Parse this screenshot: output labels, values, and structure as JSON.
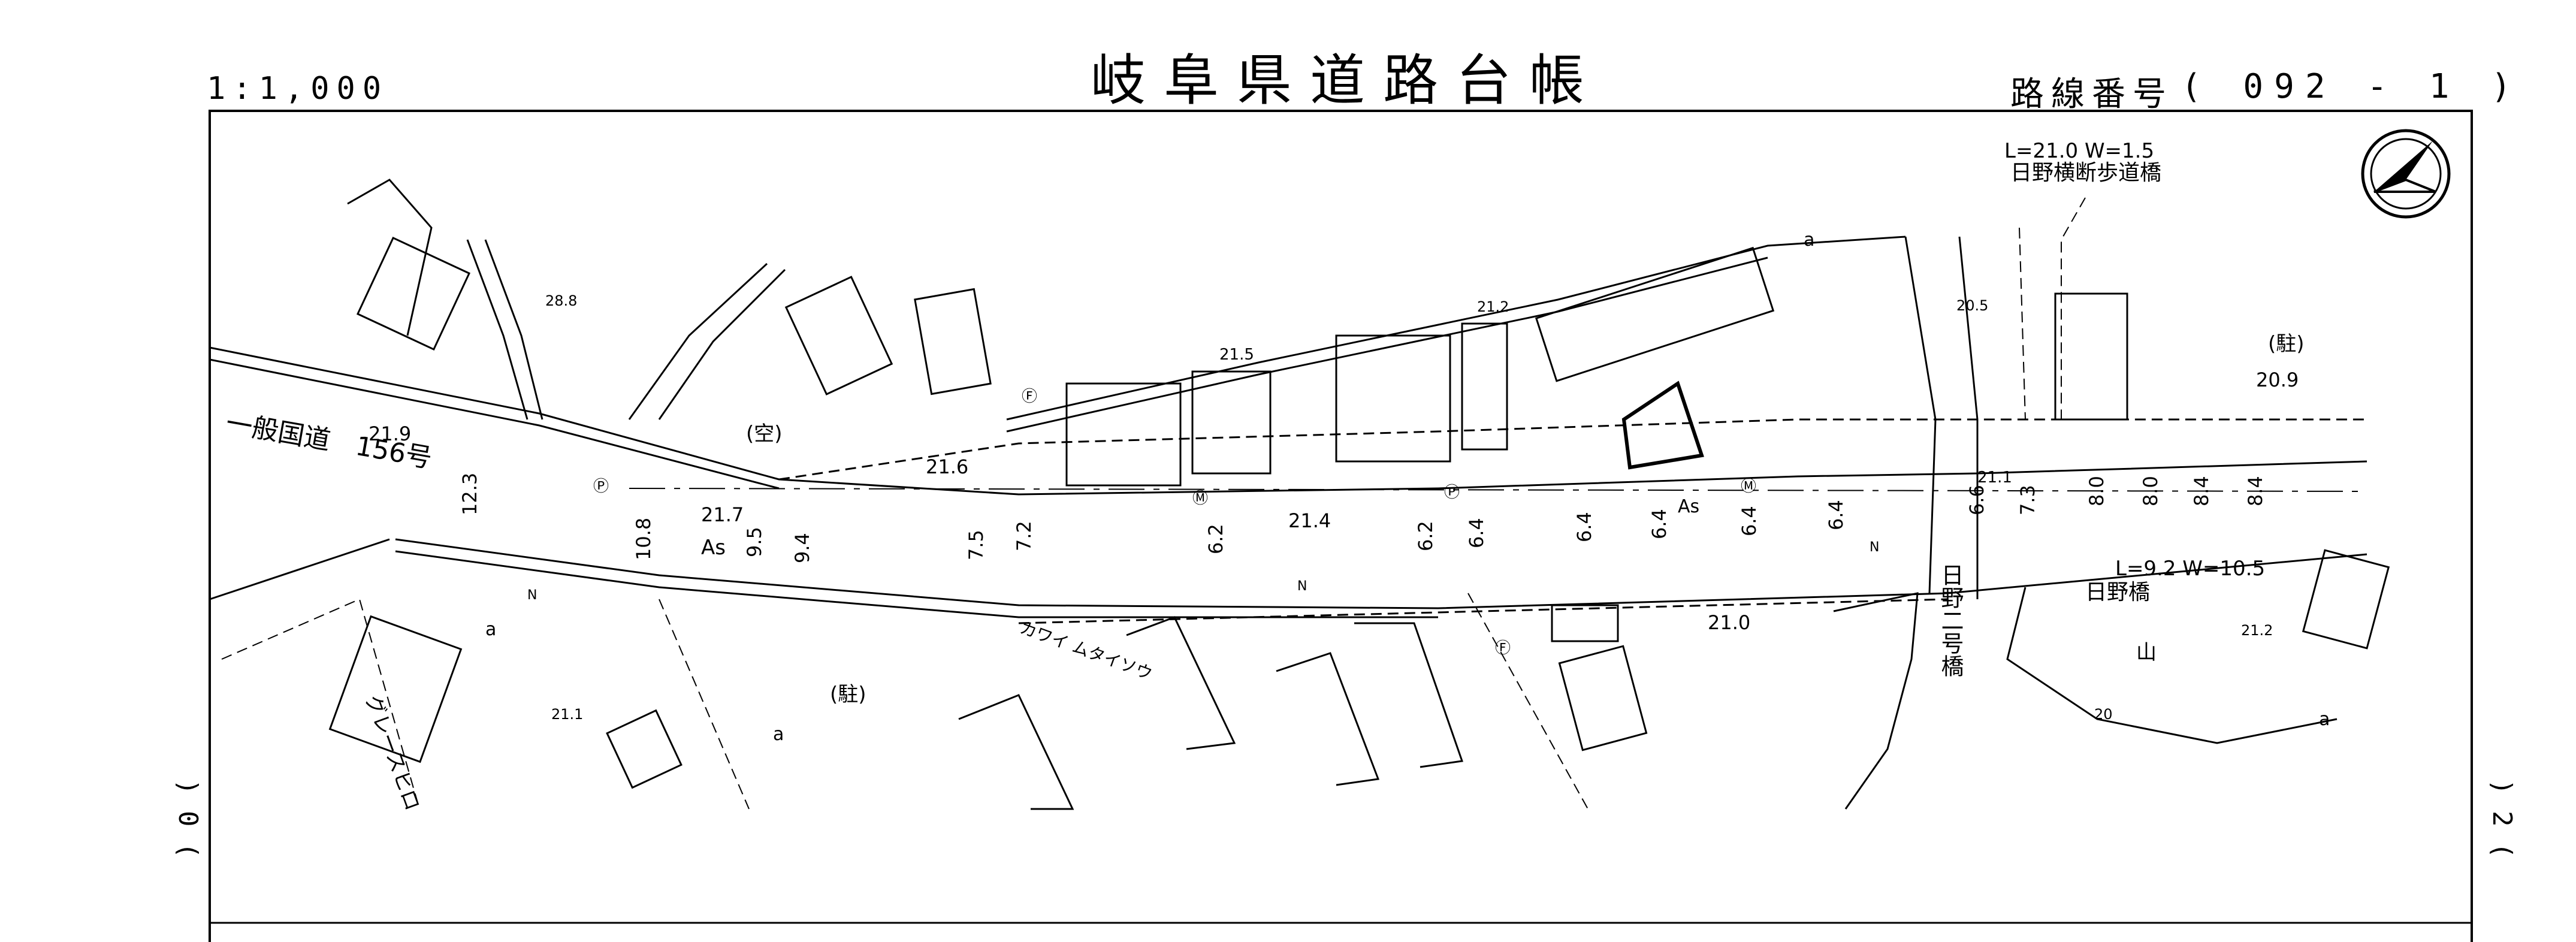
{
  "header": {
    "title": "岐阜県道路台帳",
    "scale": "1:1,000",
    "route_label": "路線番号",
    "route_number": "( 092 -  1 )"
  },
  "margins": {
    "left_sheet": ") 0 (",
    "right_sheet": ") 2 ("
  },
  "map": {
    "road_name": "一般国道　156号",
    "bridge_top_dims": "L=21.0  W=1.5",
    "bridge_top_name": "日野横断歩道橋",
    "bridge_bottom_dims": "L=9.2  W=10.5",
    "bridge_bottom_name": "日野橋",
    "bridge_vertical_name": "日野二号橋",
    "building_grace": "グレースヒロ",
    "building_kawai": "カワイ ムタイソウ",
    "parking": "(駐)",
    "vacant": "(空)",
    "mountain": "山",
    "surface": "As",
    "elevations": [
      "28.8",
      "21.9",
      "21.6",
      "21.5",
      "21.2",
      "20.5",
      "20.9",
      "21.7",
      "21.4",
      "21.1",
      "21.0",
      "21.2",
      "21.1",
      "20"
    ],
    "widths": [
      "12.3",
      "10.8",
      "9.5",
      "9.4",
      "7.5",
      "7.2",
      "6.2",
      "6.2",
      "6.4",
      "6.4",
      "6.4",
      "6.4",
      "6.4",
      "6.6",
      "7.3",
      "8.0",
      "8.0",
      "8.4",
      "8.4"
    ],
    "markers": [
      "a",
      "N",
      "Ⓜ",
      "Ⓟ",
      "Ⓕ"
    ]
  }
}
